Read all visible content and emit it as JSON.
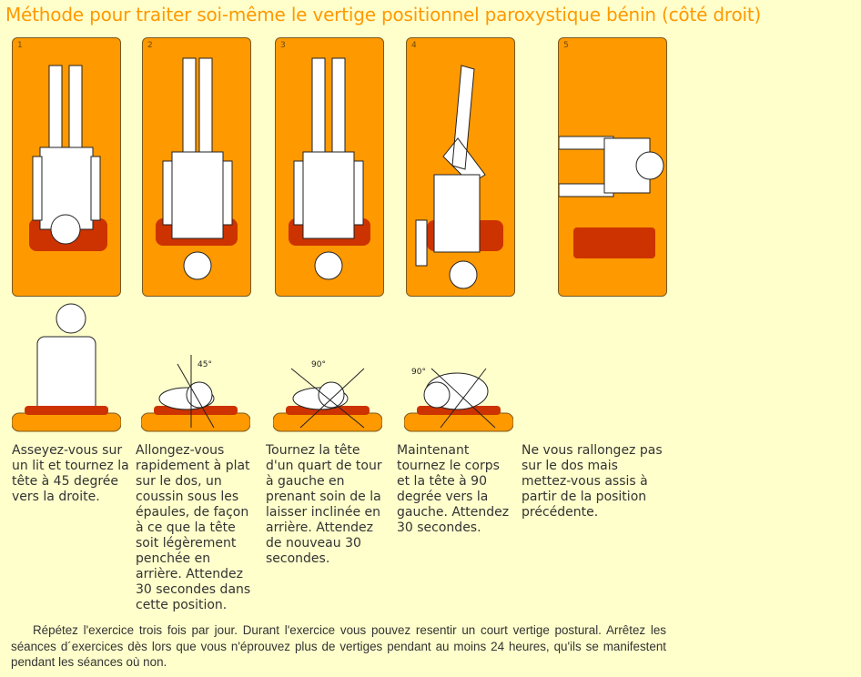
{
  "title": "Méthode pour traiter soi-même le vertige positionnel paroxystique bénin (côté droit)",
  "colors": {
    "background": "#FFFFCC",
    "accent": "#FF9900",
    "pillow": "#CC3300",
    "text": "#333333"
  },
  "steps": [
    {
      "number": "1",
      "angle": "",
      "text": "Asseyez-vous sur un lit et tournez la tête à 45 degrée vers la droite."
    },
    {
      "number": "2",
      "angle": "45°",
      "text": "Allongez-vous rapidement à plat sur le dos, un coussin sous les épaules, de façon à ce que la tête soit légèrement penchée en arrière. Attendez 30 secondes dans cette position."
    },
    {
      "number": "3",
      "angle": "90°",
      "text": "Tournez la tête d'un quart de tour à gauche en prenant soin de la laisser inclinée en arrière. Attendez de nouveau 30 secondes."
    },
    {
      "number": "4",
      "angle": "90°",
      "text": "Maintenant tournez le corps et la tête à 90 degrée vers la gauche. Attendez 30 secondes."
    },
    {
      "number": "5",
      "angle": "",
      "text": "Ne vous rallongez pas sur le dos mais mettez-vous assis à partir de la position précédente."
    }
  ],
  "note": "Répétez l'exercice trois fois par jour. Durant l'exercice vous pouvez resentir un court vertige postural. Arrêtez les séances d´exercices dès lors que vous n'éprouvez plus de vertiges pendant au moins 24 heures, qu'ils se manifestent pendant les séances où non."
}
